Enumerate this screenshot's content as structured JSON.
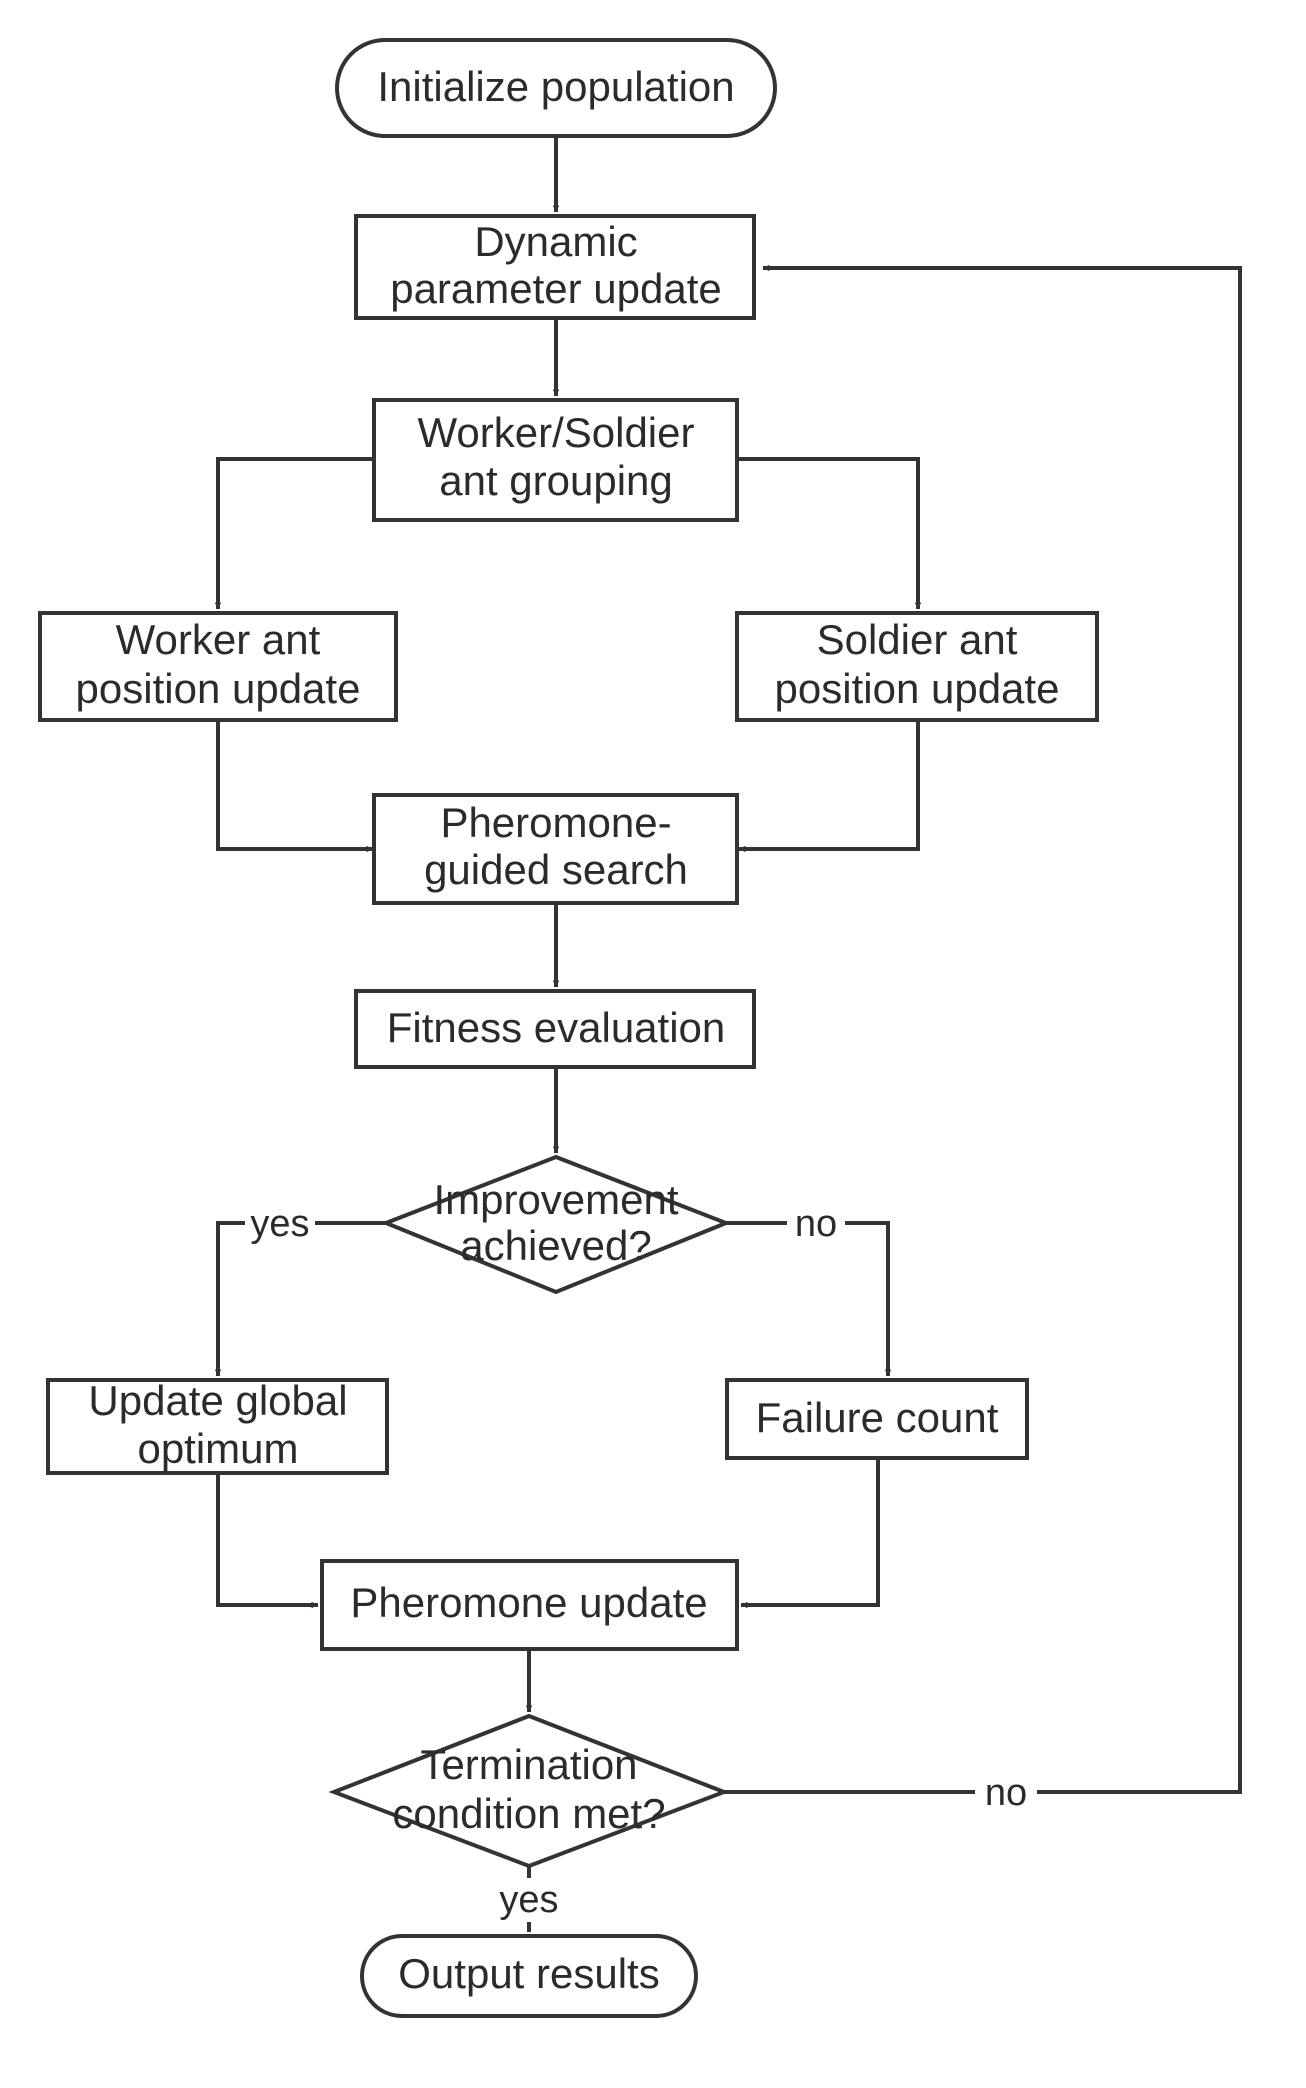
{
  "nodes": {
    "init": {
      "type": "terminal",
      "lines": [
        "Initialize population"
      ]
    },
    "dyn": {
      "type": "process",
      "lines": [
        "Dynamic",
        "parameter update"
      ]
    },
    "group": {
      "type": "process",
      "lines": [
        "Worker/Soldier",
        "ant grouping"
      ]
    },
    "worker": {
      "type": "process",
      "lines": [
        "Worker ant",
        "position update"
      ]
    },
    "soldier": {
      "type": "process",
      "lines": [
        "Soldier ant",
        "position update"
      ]
    },
    "phsearch": {
      "type": "process",
      "lines": [
        "Pheromone-",
        "guided search"
      ]
    },
    "fitness": {
      "type": "process",
      "lines": [
        "Fitness evaluation"
      ]
    },
    "improve": {
      "type": "decision",
      "lines": [
        "Improvement",
        "achieved?"
      ]
    },
    "global": {
      "type": "process",
      "lines": [
        "Update global",
        "optimum"
      ]
    },
    "failure": {
      "type": "process",
      "lines": [
        "Failure count"
      ]
    },
    "phupdate": {
      "type": "process",
      "lines": [
        "Pheromone update"
      ]
    },
    "term": {
      "type": "decision",
      "lines": [
        "Termination",
        "condition met?"
      ]
    },
    "output": {
      "type": "terminal",
      "lines": [
        "Output results"
      ]
    }
  },
  "edges": [
    {
      "from": "init",
      "to": "dyn",
      "label": ""
    },
    {
      "from": "dyn",
      "to": "group",
      "label": ""
    },
    {
      "from": "group",
      "to": "worker",
      "label": ""
    },
    {
      "from": "group",
      "to": "soldier",
      "label": ""
    },
    {
      "from": "worker",
      "to": "phsearch",
      "label": ""
    },
    {
      "from": "soldier",
      "to": "phsearch",
      "label": ""
    },
    {
      "from": "phsearch",
      "to": "fitness",
      "label": ""
    },
    {
      "from": "fitness",
      "to": "improve",
      "label": ""
    },
    {
      "from": "improve",
      "to": "global",
      "label": "yes"
    },
    {
      "from": "improve",
      "to": "failure",
      "label": "no"
    },
    {
      "from": "global",
      "to": "phupdate",
      "label": ""
    },
    {
      "from": "failure",
      "to": "phupdate",
      "label": ""
    },
    {
      "from": "phupdate",
      "to": "term",
      "label": ""
    },
    {
      "from": "term",
      "to": "dyn",
      "label": "no"
    },
    {
      "from": "term",
      "to": "output",
      "label": "yes"
    }
  ],
  "colors": {
    "stroke": "#333333",
    "fill": "#ffffff",
    "text": "#2b2b2b"
  }
}
